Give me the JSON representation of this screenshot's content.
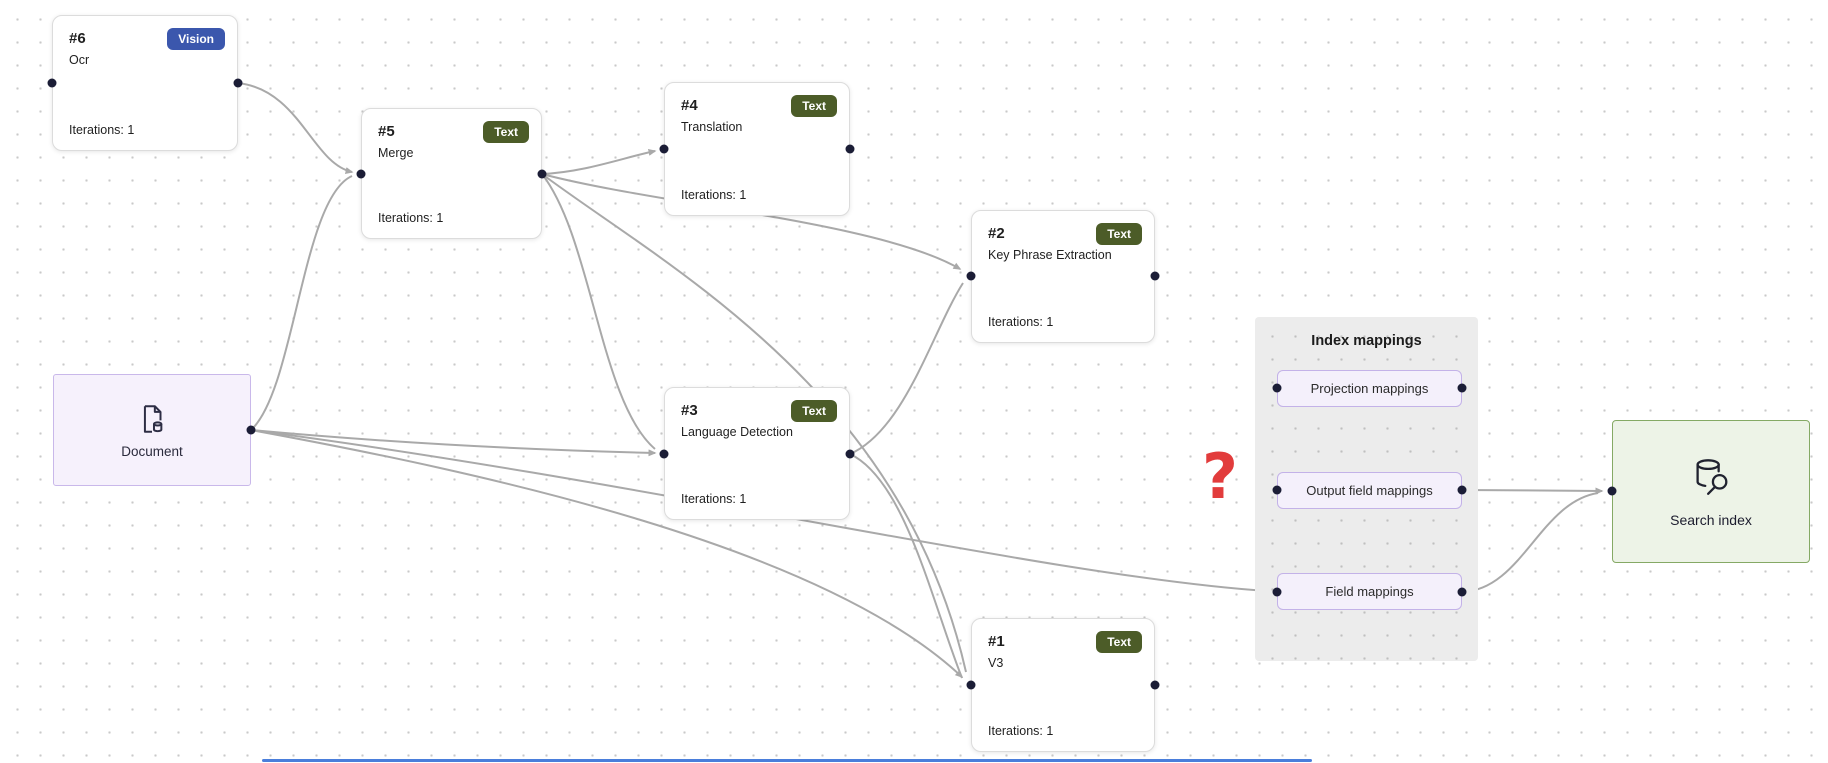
{
  "colors": {
    "edge": "#a9a9a9",
    "port": "#1b1d36",
    "badge_vision": "#3b57ad",
    "badge_text": "#4c5c28",
    "card_bg": "#ffffff",
    "card_border": "#dcdcdc",
    "document_fill": "#f6f1fc",
    "document_border": "#c9b8ea",
    "panel_bg": "#ececec",
    "pill_fill": "#f4f0fb",
    "pill_border": "#c3b2e8",
    "search_fill": "#edf3e7",
    "search_border": "#85a965",
    "annotation_red": "#e23c3c",
    "scrollbar_blue": "#4a7edb"
  },
  "skills": [
    {
      "number": "#6",
      "name": "Ocr",
      "badge": "Vision",
      "badge_type": "vision",
      "iterations": "Iterations: 1"
    },
    {
      "number": "#5",
      "name": "Merge",
      "badge": "Text",
      "badge_type": "text",
      "iterations": "Iterations: 1"
    },
    {
      "number": "#4",
      "name": "Translation",
      "badge": "Text",
      "badge_type": "text",
      "iterations": "Iterations: 1"
    },
    {
      "number": "#2",
      "name": "Key Phrase Extraction",
      "badge": "Text",
      "badge_type": "text",
      "iterations": "Iterations: 1"
    },
    {
      "number": "#3",
      "name": "Language Detection",
      "badge": "Text",
      "badge_type": "text",
      "iterations": "Iterations: 1"
    },
    {
      "number": "#1",
      "name": "V3",
      "badge": "Text",
      "badge_type": "text",
      "iterations": "Iterations: 1"
    }
  ],
  "document": {
    "label": "Document"
  },
  "index_panel": {
    "title": "Index mappings",
    "pills": [
      {
        "label": "Projection mappings"
      },
      {
        "label": "Output field mappings"
      },
      {
        "label": "Field mappings"
      }
    ]
  },
  "search_index": {
    "label": "Search index"
  },
  "annotation": {
    "question_mark": "?"
  }
}
